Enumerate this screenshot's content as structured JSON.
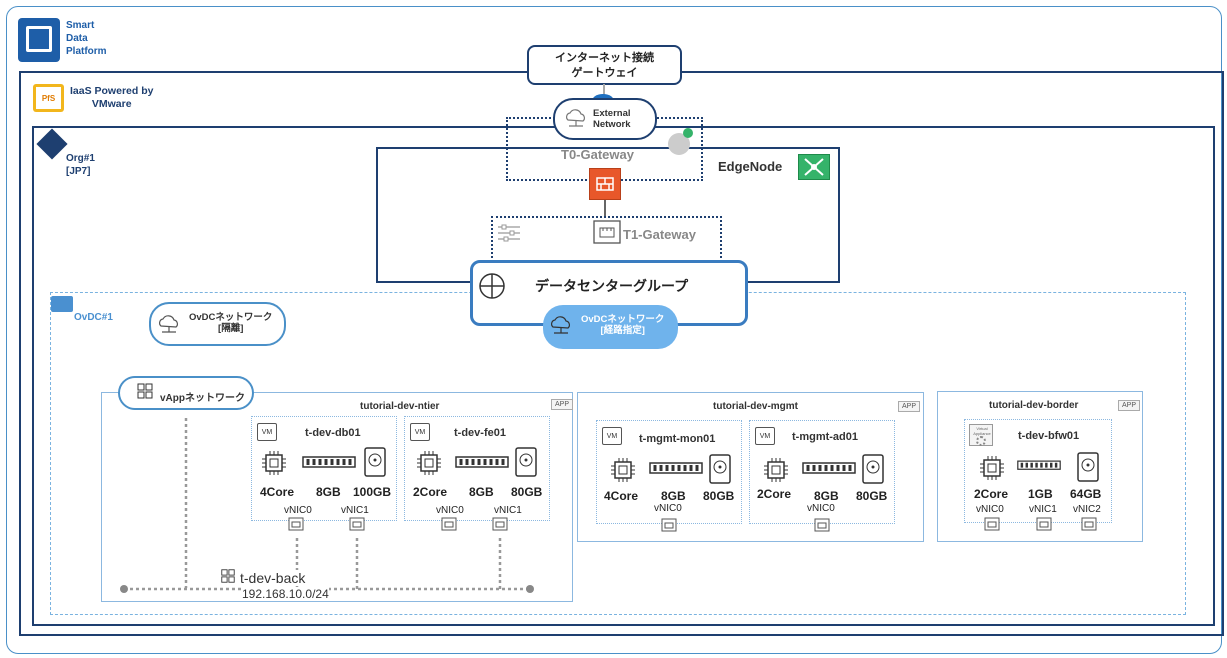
{
  "brand": {
    "line1": "Smart",
    "line2": "Data",
    "line3": "Platform"
  },
  "iaas": {
    "badge": "PfS",
    "line1": "IaaS Powered by",
    "line2": "VMware"
  },
  "internet_gw": {
    "line1": "インターネット接続",
    "line2": "ゲートウェイ"
  },
  "external_network": {
    "line1": "External",
    "line2": "Network"
  },
  "org": {
    "line1": "Org#1",
    "line2": "[JP7]"
  },
  "t0_label": "T0-Gateway",
  "edge_label": "EdgeNode",
  "t1_label": "T1-Gateway",
  "dcg_label": "データセンターグループ",
  "ovdc_label": "OvDC#1",
  "ovdc_net_isolated": {
    "line1": "OvDCネットワーク",
    "line2": "[隔離]"
  },
  "ovdc_net_routed": {
    "line1": "OvDCネットワーク",
    "line2": "[経路指定]"
  },
  "vapp_net_label": "vAppネットワーク",
  "app_badge": "APP",
  "vm_badge": "VM",
  "va_badge": "Virtual Appliance",
  "vapps": [
    {
      "title": "tutorial-dev-ntier",
      "vms": [
        {
          "name": "t-dev-db01",
          "cpu": "4Core",
          "mem": "8GB",
          "disk": "100GB",
          "nics": [
            "vNIC0",
            "vNIC1"
          ]
        },
        {
          "name": "t-dev-fe01",
          "cpu": "2Core",
          "mem": "8GB",
          "disk": "80GB",
          "nics": [
            "vNIC0",
            "vNIC1"
          ]
        }
      ]
    },
    {
      "title": "tutorial-dev-mgmt",
      "vms": [
        {
          "name": "t-mgmt-mon01",
          "cpu": "4Core",
          "mem": "8GB",
          "disk": "80GB",
          "nics": [
            "vNIC0"
          ]
        },
        {
          "name": "t-mgmt-ad01",
          "cpu": "2Core",
          "mem": "8GB",
          "disk": "80GB",
          "nics": [
            "vNIC0"
          ]
        }
      ]
    },
    {
      "title": "tutorial-dev-border",
      "vms": [
        {
          "name": "t-dev-bfw01",
          "cpu": "2Core",
          "mem": "1GB",
          "disk": "64GB",
          "nics": [
            "vNIC0",
            "vNIC1",
            "vNIC2"
          ]
        }
      ]
    }
  ],
  "backnet": {
    "name": "t-dev-back",
    "cidr": "192.168.10.0/24"
  }
}
